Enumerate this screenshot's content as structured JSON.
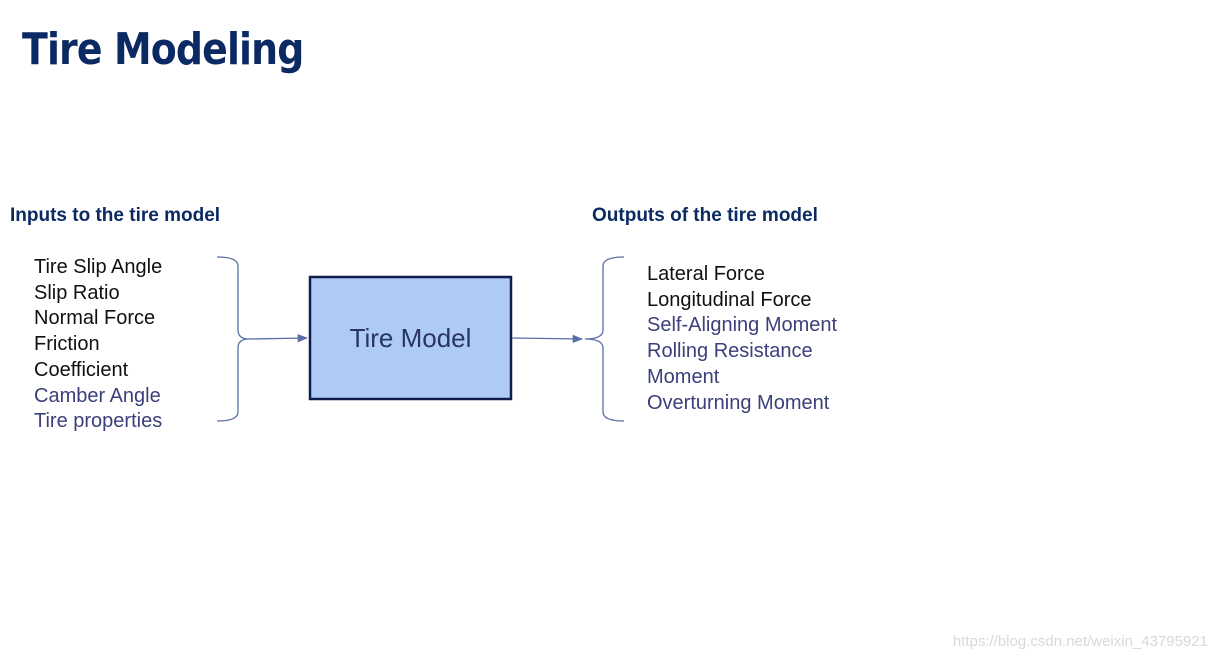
{
  "page": {
    "title": "Tire Modeling"
  },
  "inputs": {
    "heading": "Inputs to the tire model",
    "items": [
      {
        "label": "Tire Slip Angle",
        "tone": "dark"
      },
      {
        "label": "Slip Ratio",
        "tone": "dark"
      },
      {
        "label": "Normal Force",
        "tone": "dark"
      },
      {
        "label": "Friction",
        "tone": "dark"
      },
      {
        "label": "Coefficient",
        "tone": "dark"
      },
      {
        "label": "Camber Angle",
        "tone": "muted"
      },
      {
        "label": "Tire properties",
        "tone": "muted"
      }
    ]
  },
  "model": {
    "label": "Tire Model"
  },
  "outputs": {
    "heading": "Outputs of the tire model",
    "items": [
      {
        "label": "Lateral Force",
        "tone": "dark"
      },
      {
        "label": "Longitudinal Force",
        "tone": "dark"
      },
      {
        "label": "Self-Aligning Moment",
        "tone": "muted"
      },
      {
        "label": "Rolling Resistance",
        "tone": "muted"
      },
      {
        "label": "Moment",
        "tone": "muted"
      },
      {
        "label": "Overturning Moment",
        "tone": "muted"
      }
    ]
  },
  "watermark": {
    "text": "https://blog.csdn.net/weixin_43795921"
  },
  "colors": {
    "title": "#0b2a63",
    "box_fill": "#aecbf6",
    "box_border": "#0f1c4d",
    "connector": "#5a6fa8",
    "text_dark": "#111111",
    "text_muted": "#3b3f7a"
  }
}
